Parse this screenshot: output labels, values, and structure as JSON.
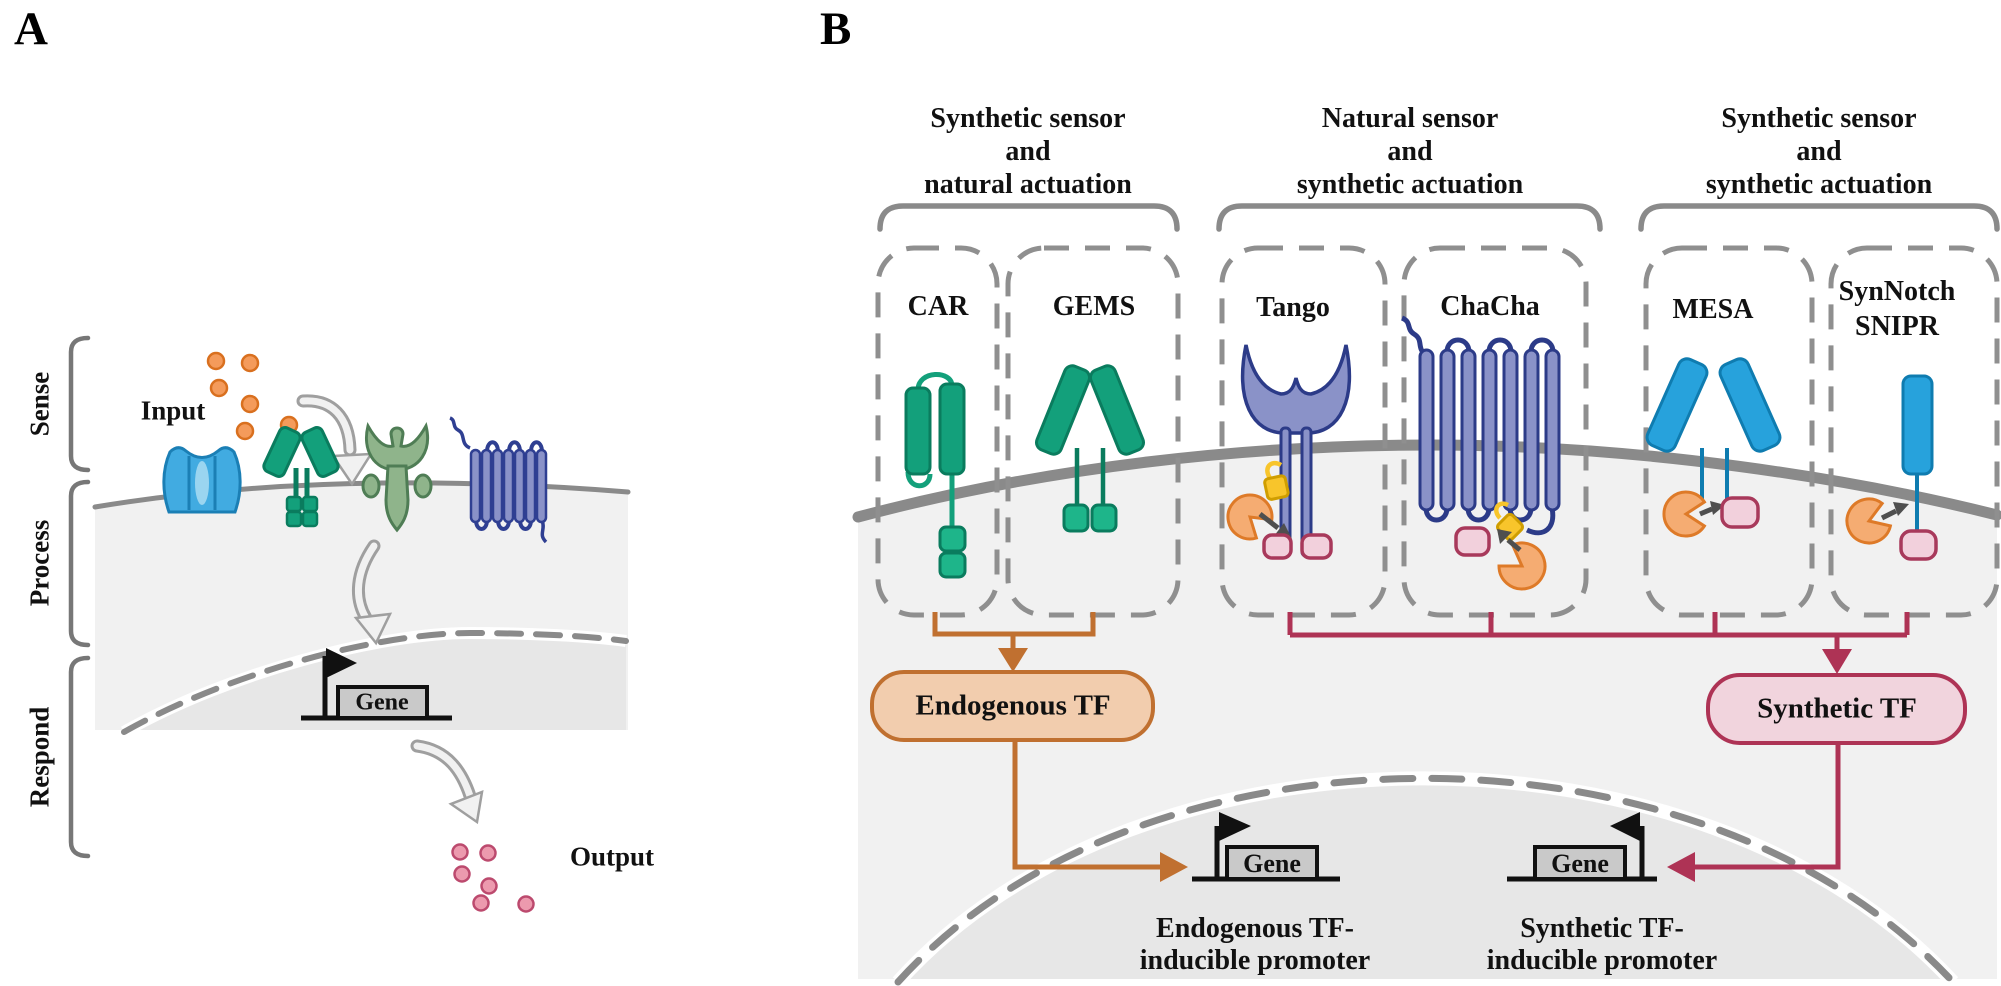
{
  "panel_a": {
    "label": "A",
    "stages": [
      {
        "label": "Sense"
      },
      {
        "label": "Process"
      },
      {
        "label": "Respond"
      }
    ],
    "input_label": "Input",
    "output_label": "Output",
    "gene_label": "Gene",
    "input_dot_count": 6,
    "output_dot_count": 6
  },
  "panel_b": {
    "label": "B",
    "groups": [
      {
        "header_lines": [
          "Synthetic sensor",
          "and",
          "natural actuation"
        ]
      },
      {
        "header_lines": [
          "Natural sensor",
          "and",
          "synthetic actuation"
        ]
      },
      {
        "header_lines": [
          "Synthetic sensor",
          "and",
          "synthetic actuation"
        ]
      }
    ],
    "receptor_labels": {
      "car": "CAR",
      "gems": "GEMS",
      "tango": "Tango",
      "chacha": "ChaCha",
      "mesa": "MESA",
      "synnotch_line1": "SynNotch",
      "synnotch_line2": "SNIPR"
    },
    "tf_endogenous": "Endogenous TF",
    "tf_synthetic": "Synthetic TF",
    "gene_label_endogenous": "Gene",
    "gene_label_synthetic": "Gene",
    "endogenous_promoter_caption": [
      "Endogenous TF-",
      "inducible promoter"
    ],
    "synthetic_promoter_caption": [
      "Synthetic TF-",
      "inducible promoter"
    ]
  },
  "colors": {
    "teal_receptor": "#13A07B",
    "teal_dark": "#0A7C5E",
    "blue_receptor": "#27A2DC",
    "blue_dark": "#0F7CB0",
    "purple_receptor": "#8A92C8",
    "purple_dark": "#2C3B88",
    "sage_receptor": "#8FB48B",
    "orange_protease": "#F5AC72",
    "orange_protease_border": "#DE7A28",
    "yellow_tag": "#F8C52B",
    "pink_tf": "#F2D0DC",
    "pink_tf_border": "#A8395B",
    "endogenous_box_fill": "#F2CDAE",
    "endogenous_accent": "#C07030",
    "synthetic_box_fill": "#F1D4DD",
    "synthetic_accent": "#AE3355",
    "membrane_gray": "#8A8A8A",
    "cytoplasm": "#F1F1F1",
    "nucleus": "#E7E7E7",
    "input_dot": "#F49B5B",
    "output_dot": "#EC9AAE",
    "gene_box_fill": "#C9C9C9"
  }
}
